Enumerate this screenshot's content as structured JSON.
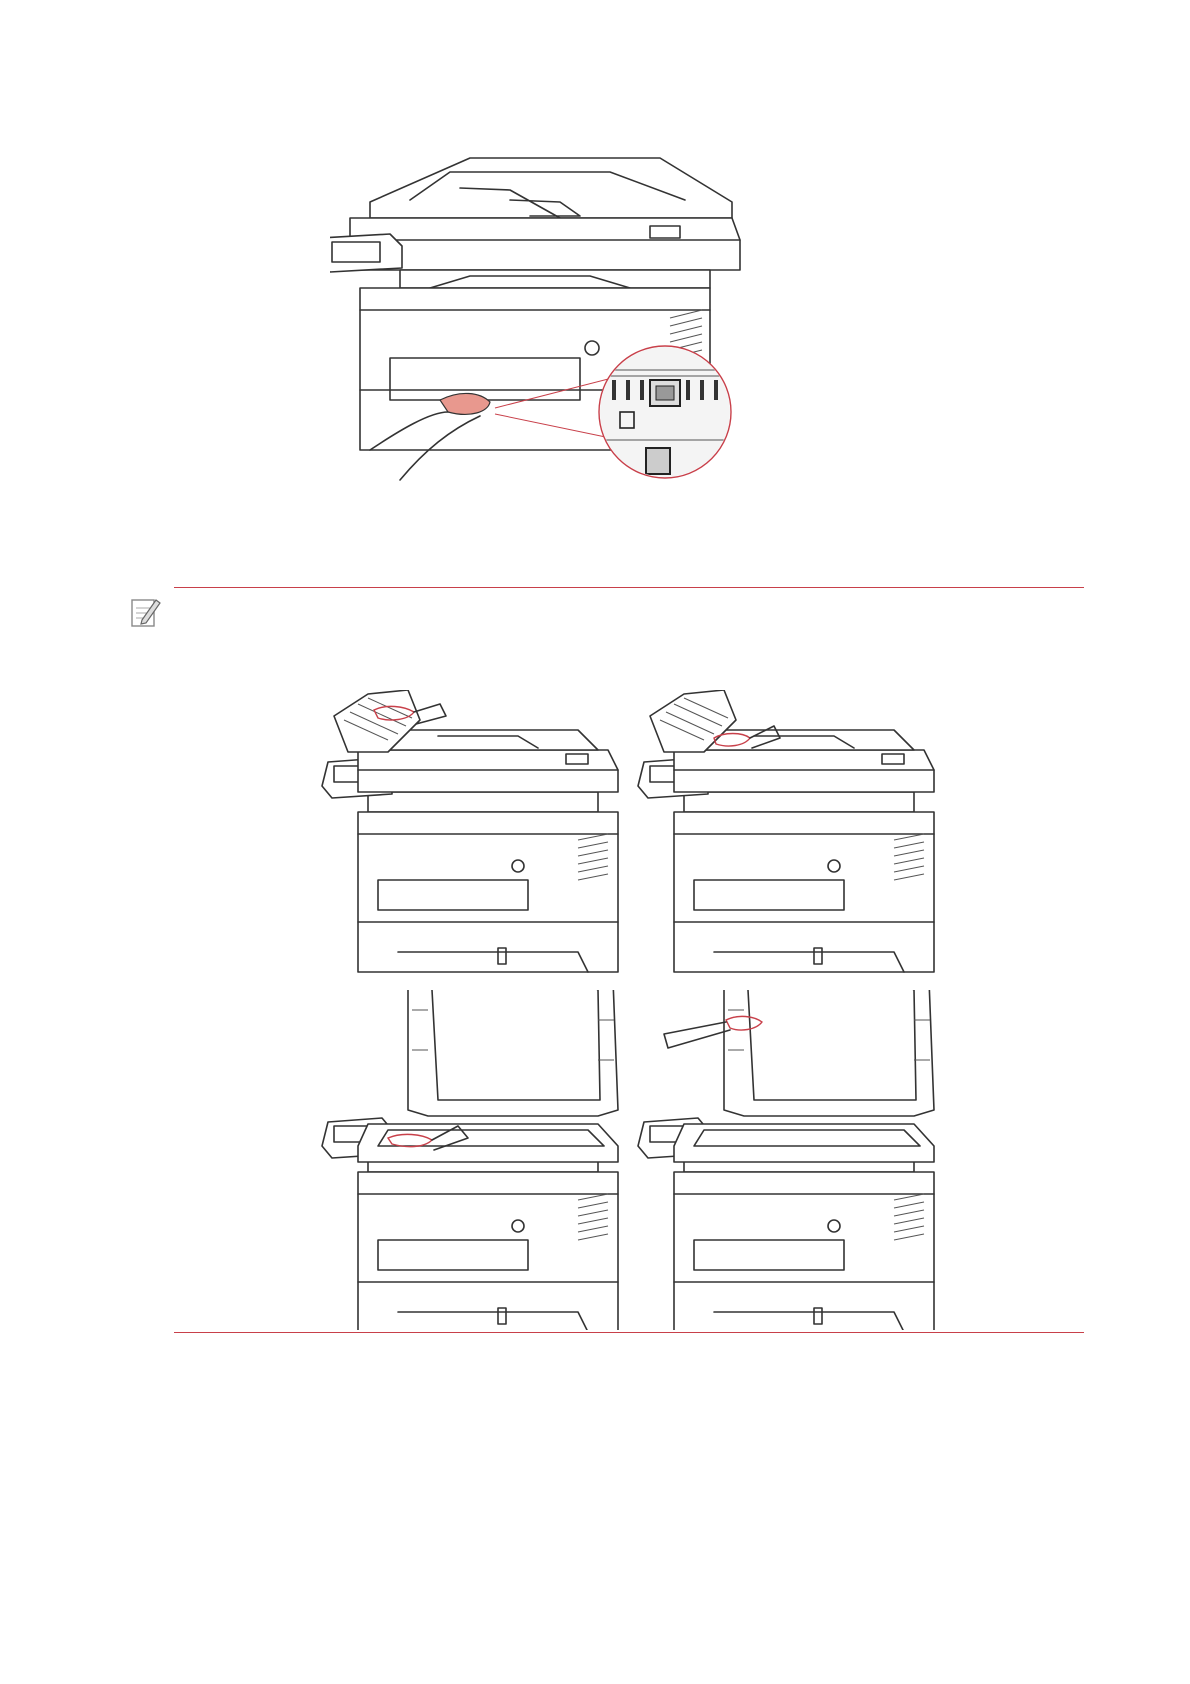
{
  "page": {
    "figures": [
      {
        "id": "fig-clean-feed-roller",
        "icon": "printer-illustration"
      },
      {
        "id": "fig-clean-adf-roller",
        "icon": "printer-illustration"
      },
      {
        "id": "fig-clean-adf-pad",
        "icon": "printer-illustration"
      },
      {
        "id": "fig-clean-scanner-glass",
        "icon": "printer-illustration"
      },
      {
        "id": "fig-clean-scanner-lid",
        "icon": "printer-illustration"
      }
    ],
    "note": {
      "icon": "note-pencil-icon"
    },
    "colors": {
      "accent_rule": "#c8404a",
      "highlight": "#e8988e",
      "line": "#333333"
    }
  }
}
